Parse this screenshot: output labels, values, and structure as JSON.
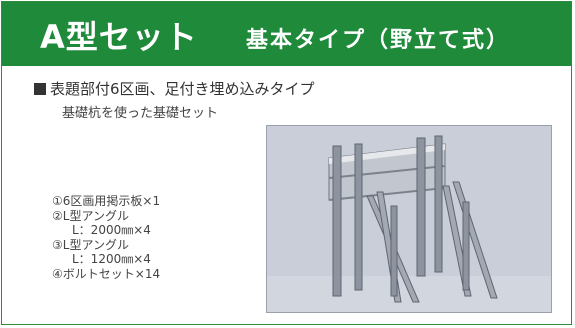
{
  "header": {
    "title": "A型セット",
    "subtitle": "基本タイプ（野立て式）",
    "background_color": "#1f8a3a"
  },
  "description": {
    "heading": "表題部付6区画、足付き埋め込みタイプ",
    "subheading": "基礎杭を使った基礎セット"
  },
  "parts": [
    {
      "text": "①6区画用掲示板×1",
      "indent": false
    },
    {
      "text": "②L型アングル",
      "indent": false
    },
    {
      "text": "L：2000㎜×4",
      "indent": true
    },
    {
      "text": "③L型アングル",
      "indent": false
    },
    {
      "text": "L：1200㎜×4",
      "indent": true
    },
    {
      "text": "④ボルトセット×14",
      "indent": false
    }
  ],
  "image": {
    "subject": "sign-board-frame-illustration"
  }
}
